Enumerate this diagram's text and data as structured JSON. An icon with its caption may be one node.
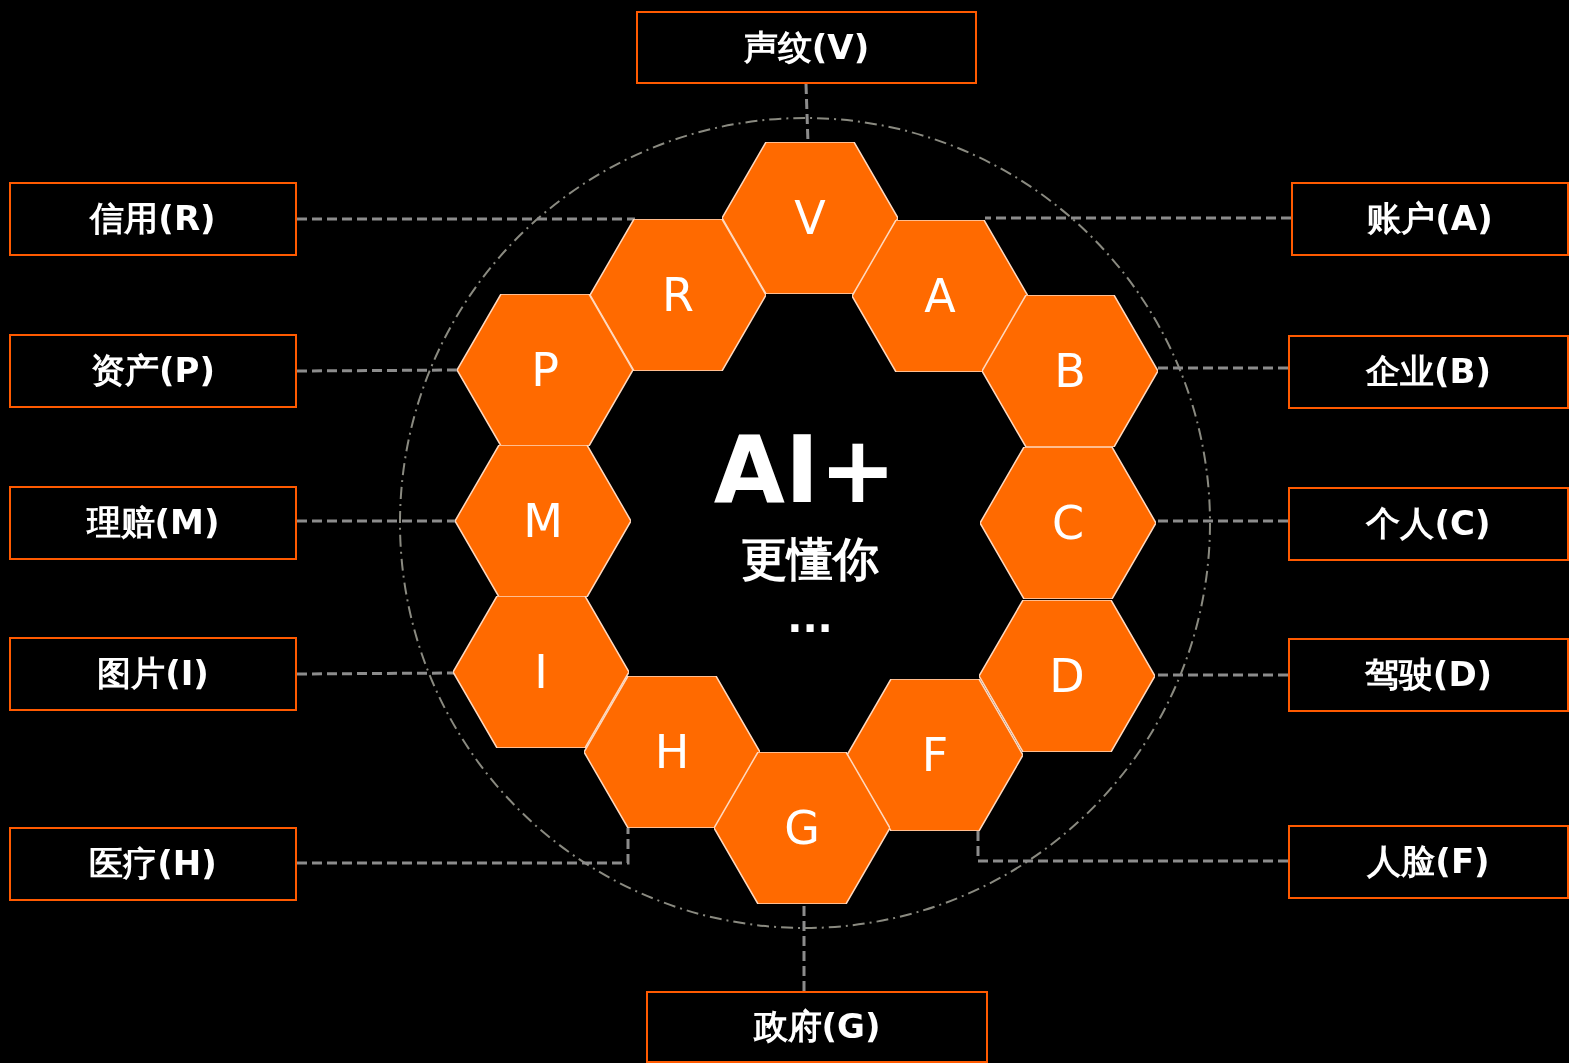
{
  "diagram": {
    "nodes": [
      {
        "text": [
          "声纹(V)"
        ]
      },
      {
        "text": [
          "信用(R)"
        ]
      },
      {
        "text": [
          "账户(A)"
        ]
      },
      {
        "text": [
          "资产(P)"
        ]
      },
      {
        "text": [
          "企业(B)"
        ]
      },
      {
        "text": [
          "理赔(M)"
        ]
      },
      {
        "text": [
          "个人(C)"
        ]
      },
      {
        "text": [
          "图片(I)"
        ]
      },
      {
        "text": [
          "驾驶(D)"
        ]
      },
      {
        "text": [
          "医疗(H)"
        ]
      },
      {
        "text": [
          "人脸(F)"
        ]
      },
      {
        "text": [
          "政府(G)"
        ]
      },
      {
        "text": [
          "V"
        ]
      },
      {
        "text": [
          "R"
        ]
      },
      {
        "text": [
          "A"
        ]
      },
      {
        "text": [
          "P"
        ]
      },
      {
        "text": [
          "B"
        ]
      },
      {
        "text": [
          "M"
        ]
      },
      {
        "text": [
          "C"
        ]
      },
      {
        "text": [
          "I"
        ]
      },
      {
        "text": [
          "D"
        ]
      },
      {
        "text": [
          "H"
        ]
      },
      {
        "text": [
          "F"
        ]
      },
      {
        "text": [
          "G"
        ]
      }
    ],
    "edges": [
      {
        "from": 0,
        "to": 12,
        "arrow": "none",
        "style": "dashed"
      },
      {
        "from": 1,
        "to": 13,
        "arrow": "none",
        "style": "dashed"
      },
      {
        "from": 2,
        "to": 14,
        "arrow": "none",
        "style": "dashed"
      },
      {
        "from": 3,
        "to": 15,
        "arrow": "none",
        "style": "dashed"
      },
      {
        "from": 4,
        "to": 16,
        "arrow": "none",
        "style": "dashed"
      },
      {
        "from": 5,
        "to": 17,
        "arrow": "none",
        "style": "dashed"
      },
      {
        "from": 6,
        "to": 18,
        "arrow": "none",
        "style": "dashed"
      },
      {
        "from": 7,
        "to": 19,
        "arrow": "none",
        "style": "dashed"
      },
      {
        "from": 8,
        "to": 20,
        "arrow": "none",
        "style": "dashed"
      },
      {
        "from": 9,
        "to": 21,
        "arrow": "none",
        "style": "dashed"
      },
      {
        "from": 10,
        "to": 22,
        "arrow": "none",
        "style": "dashed"
      },
      {
        "from": 11,
        "to": 23,
        "arrow": "none",
        "style": "dashed"
      }
    ],
    "labels": [
      "AI+",
      "更懂你",
      "···"
    ]
  }
}
